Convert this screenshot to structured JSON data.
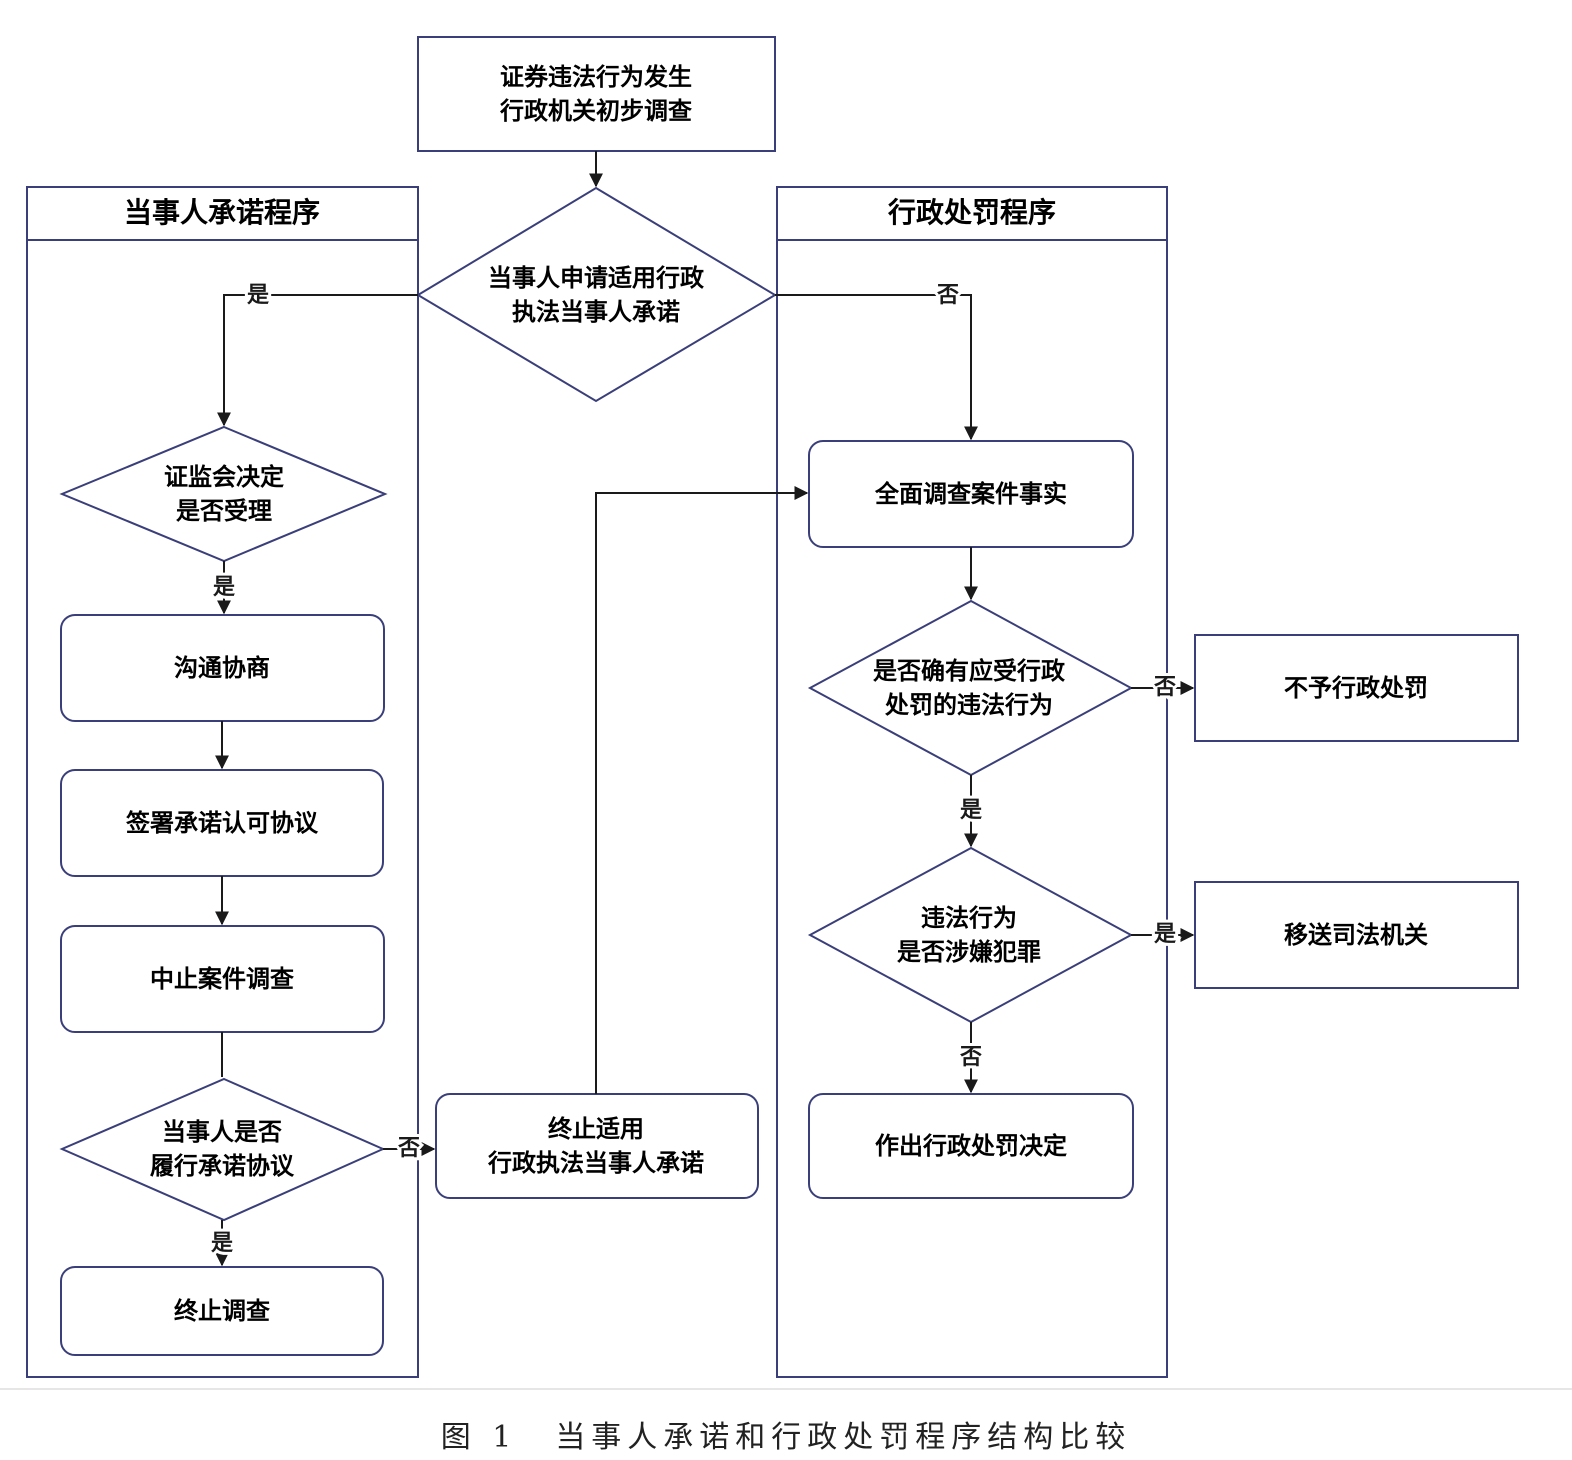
{
  "flow": {
    "start": [
      "证券违法行为发生",
      "行政机关初步调查"
    ],
    "lane_left_title": "当事人承诺程序",
    "lane_right_title": "行政处罚程序",
    "decision_apply": [
      "当事人申请适用行政",
      "执法当事人承诺"
    ],
    "decision_accept": [
      "证监会决定",
      "是否受理"
    ],
    "step_negotiate": [
      "沟通协商"
    ],
    "step_sign": [
      "签署承诺认可协议"
    ],
    "step_suspend": [
      "中止案件调查"
    ],
    "decision_perform": [
      "当事人是否",
      "履行承诺协议"
    ],
    "step_terminate_investigation": [
      "终止调查"
    ],
    "step_terminate_commitment": [
      "终止适用",
      "行政执法当事人承诺"
    ],
    "step_investigate": [
      "全面调查案件事实"
    ],
    "decision_violation": [
      "是否确有应受行政",
      "处罚的违法行为"
    ],
    "step_no_penalty": [
      "不予行政处罚"
    ],
    "decision_crime": [
      "违法行为",
      "是否涉嫌犯罪"
    ],
    "step_transfer": [
      "移送司法机关"
    ],
    "step_decide_penalty": [
      "作出行政处罚决定"
    ],
    "label_yes": "是",
    "label_no": "否"
  },
  "caption": {
    "number": "图 1",
    "text": "当事人承诺和行政处罚程序结构比较"
  },
  "colors": {
    "stroke": "#3a3f7a",
    "arrow": "#1a1a1a",
    "text": "#1a1a1a"
  }
}
